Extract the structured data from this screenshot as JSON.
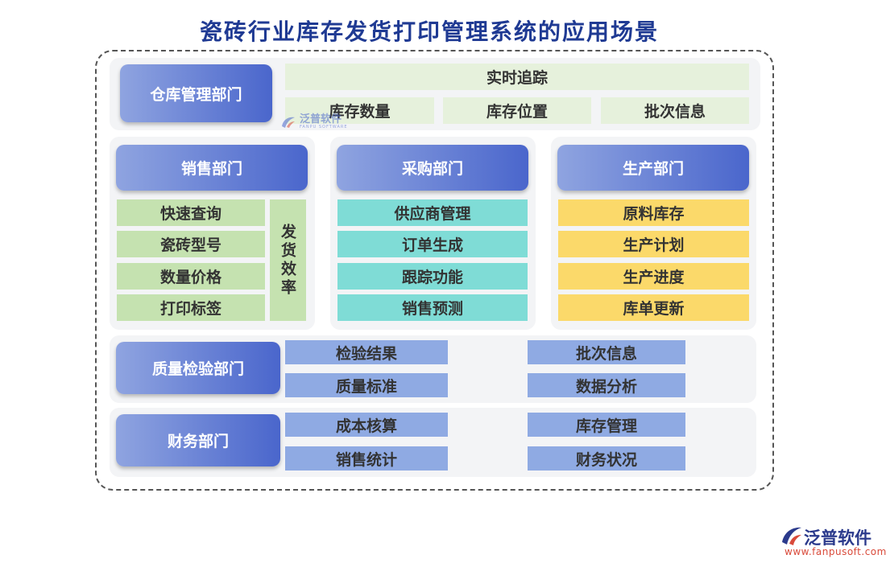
{
  "title": "瓷砖行业库存发货打印管理系统的应用场景",
  "warehouse": {
    "dept": "仓库管理部门",
    "tracking": "实时追踪",
    "items": [
      "库存数量",
      "库存位置",
      "批次信息"
    ]
  },
  "sales": {
    "dept": "销售部门",
    "items": [
      "快速查询",
      "瓷砖型号",
      "数量价格",
      "打印标签"
    ],
    "side": "发货效率"
  },
  "purchase": {
    "dept": "采购部门",
    "items": [
      "供应商管理",
      "订单生成",
      "跟踪功能",
      "销售预测"
    ]
  },
  "production": {
    "dept": "生产部门",
    "items": [
      "原料库存",
      "生产计划",
      "生产进度",
      "库单更新"
    ]
  },
  "quality": {
    "dept": "质量检验部门",
    "items": [
      "检验结果",
      "质量标准",
      "批次信息",
      "数据分析"
    ]
  },
  "finance": {
    "dept": "财务部门",
    "items": [
      "成本核算",
      "销售统计",
      "库存管理",
      "财务状况"
    ]
  },
  "watermark": {
    "text": "泛普软件",
    "sub": "FANPU SOFTWARE"
  },
  "brand": {
    "name": "泛普软件",
    "url": "www.fanpusoft.com"
  },
  "colors": {
    "dept_gradient": [
      "#8fa4e0",
      "#4a66cc"
    ],
    "green_light": "#e6f1dc",
    "green_mid": "#c5e2b0",
    "teal": "#7fdcd6",
    "yellow": "#fbd96a",
    "blue": "#8faae3",
    "title": "#1f3a93"
  }
}
